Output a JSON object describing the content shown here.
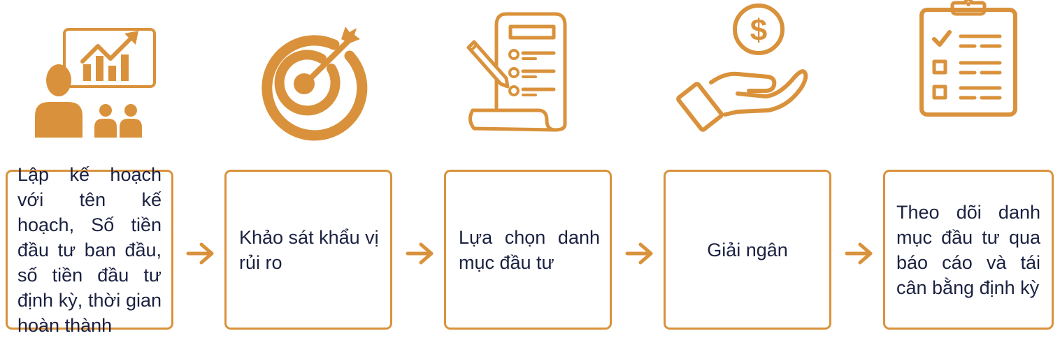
{
  "diagram": {
    "accent_color": "#D9923B",
    "text_color": "#1B2141",
    "steps": [
      {
        "icon": "presentation-growth-chart-icon",
        "label": "Lập kế hoạch với tên kế hoạch, Số tiền đầu tư ban đầu, số tiền đầu tư định kỳ, thời gian hoàn thành"
      },
      {
        "icon": "target-arrow-icon",
        "label": "Khảo sát khẩu vị rủi ro"
      },
      {
        "icon": "checklist-document-pen-icon",
        "label": "Lựa chọn danh mục đầu tư"
      },
      {
        "icon": "hand-dollar-coin-icon",
        "label": "Giải ngân"
      },
      {
        "icon": "clipboard-checklist-icon",
        "label": "Theo dõi danh mục đầu tư qua báo cáo và tái cân bằng định kỳ"
      }
    ],
    "connector_icon": "arrow-right-icon"
  }
}
